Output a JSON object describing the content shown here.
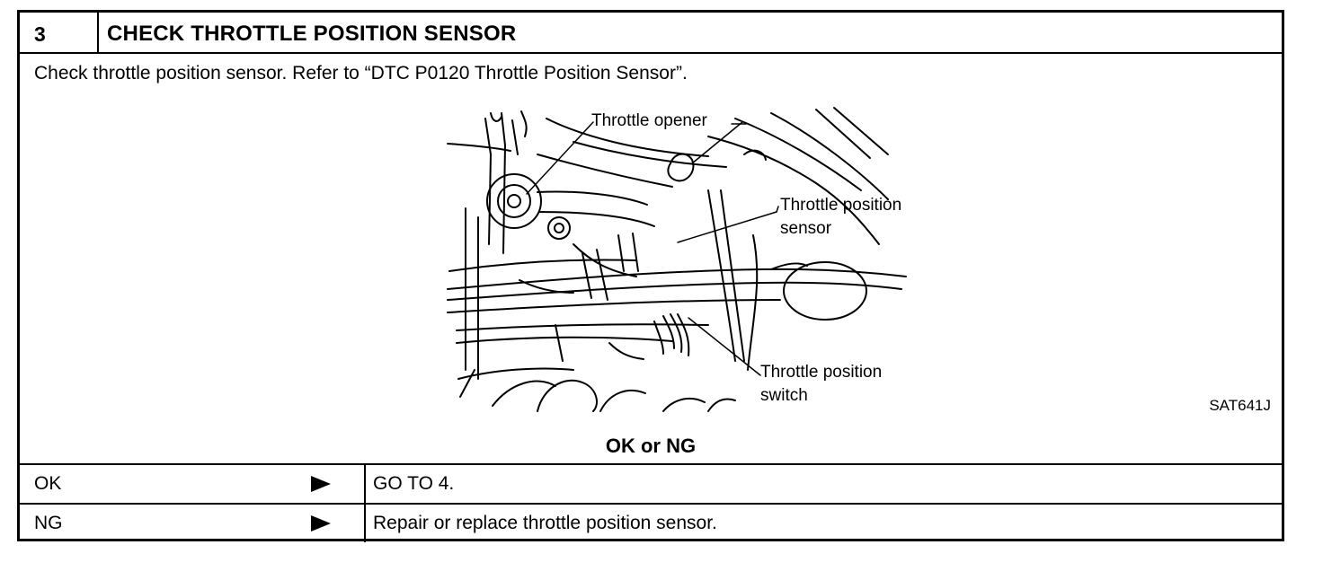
{
  "header": {
    "step_number": "3",
    "title": "CHECK THROTTLE POSITION SENSOR"
  },
  "instruction": "Check throttle position sensor. Refer to “DTC P0120 Throttle Position Sensor”.",
  "figure": {
    "callouts": {
      "throttle_opener": "Throttle opener",
      "tps_line1": "Throttle position",
      "tps_line2": "sensor",
      "tpsw_line1": "Throttle position",
      "tpsw_line2": "switch"
    },
    "code": "SAT641J"
  },
  "decision_heading": "OK or NG",
  "results": [
    {
      "label": "OK",
      "action": "GO TO 4."
    },
    {
      "label": "NG",
      "action": "Repair or replace throttle position sensor."
    }
  ]
}
